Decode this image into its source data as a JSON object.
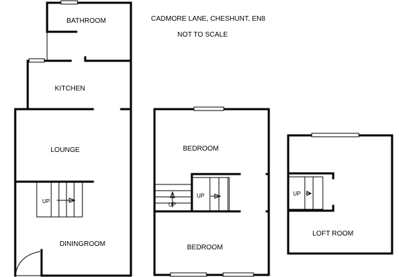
{
  "header": {
    "address": "CADMORE LANE, CHESHUNT, EN8",
    "scale_note": "NOT TO SCALE"
  },
  "ground_floor": {
    "bathroom": "BATHROOM",
    "kitchen": "KITCHEN",
    "lounge": "LOUNGE",
    "diningroom": "DININGROOM",
    "stair_up": "UP"
  },
  "first_floor": {
    "bedroom_front": "BEDROOM",
    "bedroom_rear": "BEDROOM",
    "stair_up": "UP",
    "stair_up_lower": "UP"
  },
  "second_floor": {
    "loft_room": "LOFT ROOM",
    "stair_up": "UP"
  }
}
